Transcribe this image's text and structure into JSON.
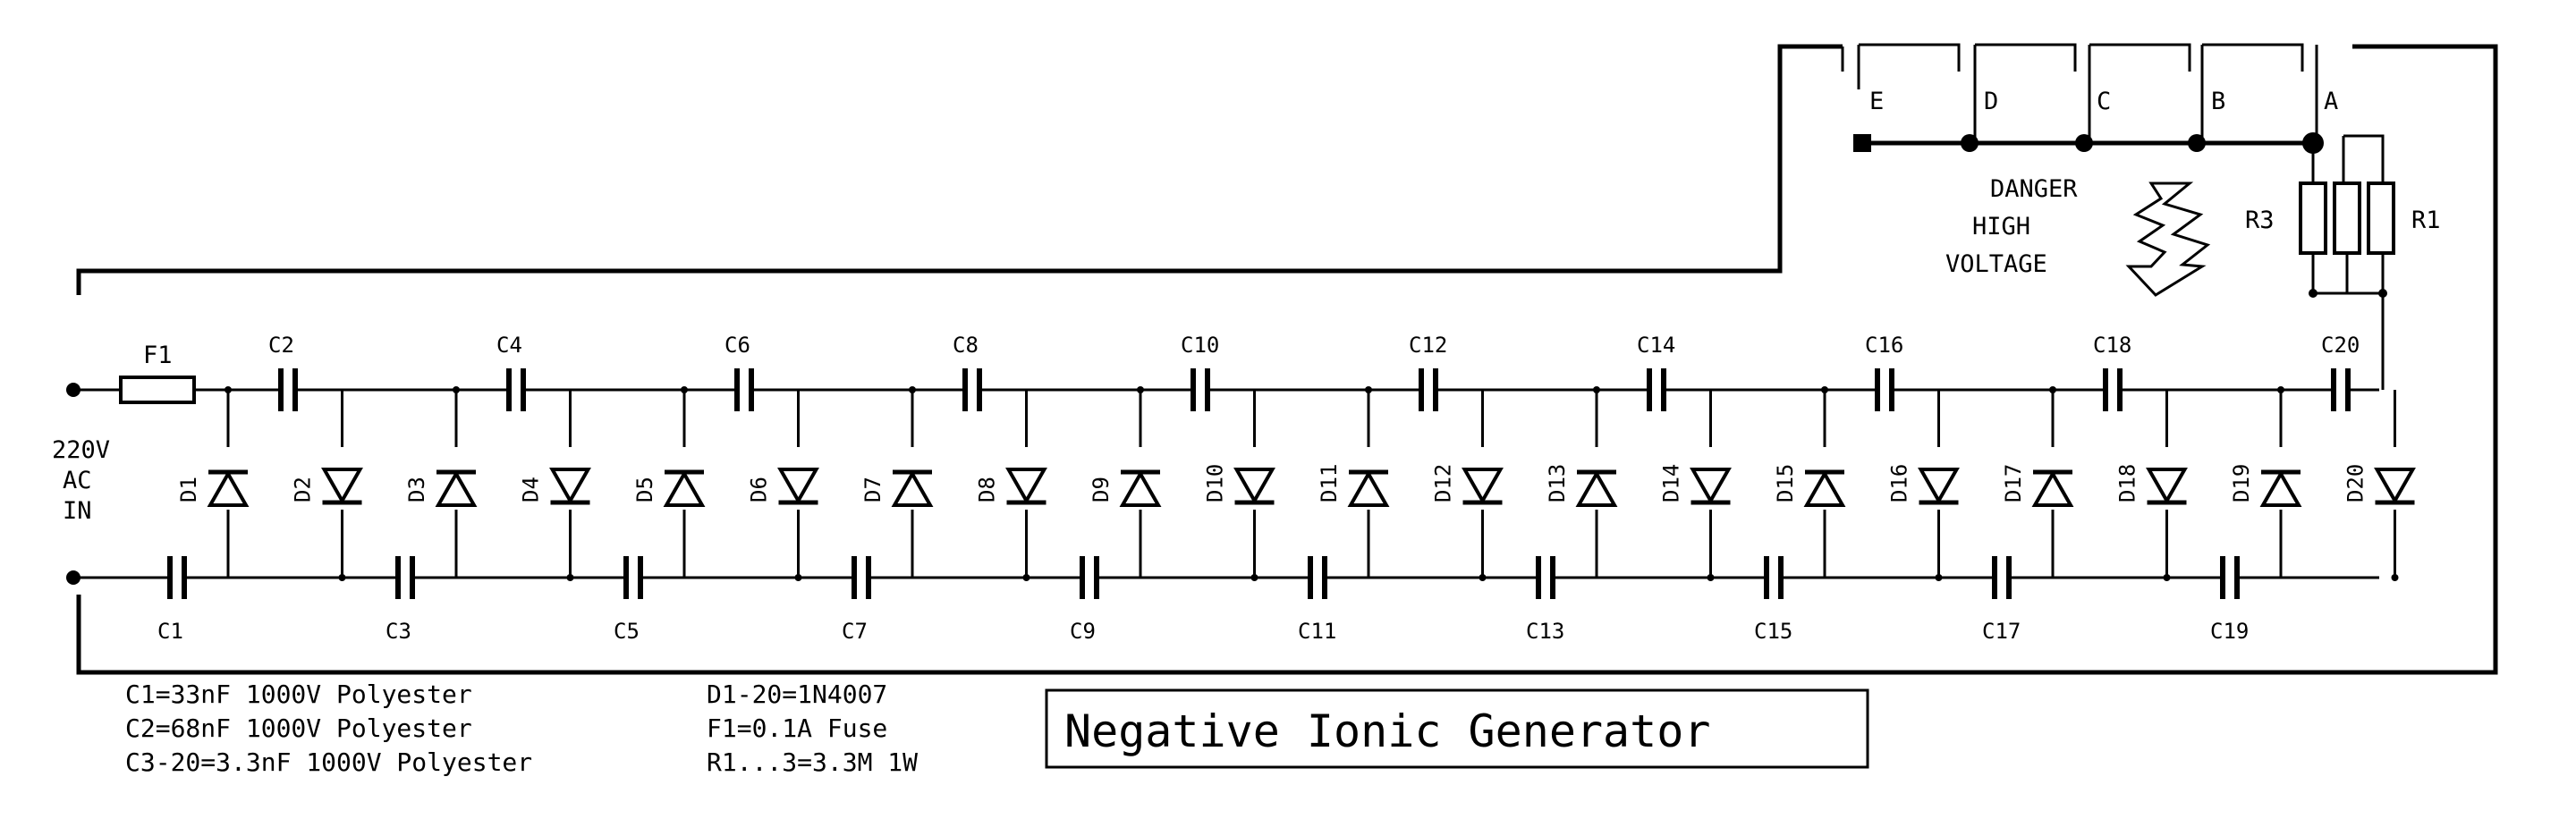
{
  "title": "Negative Ionic Generator",
  "input_label": [
    "220V",
    "AC",
    "IN"
  ],
  "fuse_label": "F1",
  "top_capacitors": [
    "C2",
    "C4",
    "C6",
    "C8",
    "C10",
    "C12",
    "C14",
    "C16",
    "C18",
    "C20"
  ],
  "bottom_capacitors": [
    "C1",
    "C3",
    "C5",
    "C7",
    "C9",
    "C11",
    "C13",
    "C15",
    "C17",
    "C19"
  ],
  "diodes": [
    "D1",
    "D2",
    "D3",
    "D4",
    "D5",
    "D6",
    "D7",
    "D8",
    "D9",
    "D10",
    "D11",
    "D12",
    "D13",
    "D14",
    "D15",
    "D16",
    "D17",
    "D18",
    "D19",
    "D20"
  ],
  "outputs": [
    "E",
    "D",
    "C",
    "B",
    "A"
  ],
  "resistors": [
    "R3",
    "R1"
  ],
  "warning": [
    "DANGER",
    "HIGH",
    "VOLTAGE"
  ],
  "notes_left": [
    "C1=33nF 1000V Polyester",
    "C2=68nF 1000V Polyester",
    "C3-20=3.3nF 1000V Polyester"
  ],
  "notes_right": [
    "D1-20=1N4007",
    "F1=0.1A Fuse",
    "R1...3=3.3M 1W"
  ]
}
